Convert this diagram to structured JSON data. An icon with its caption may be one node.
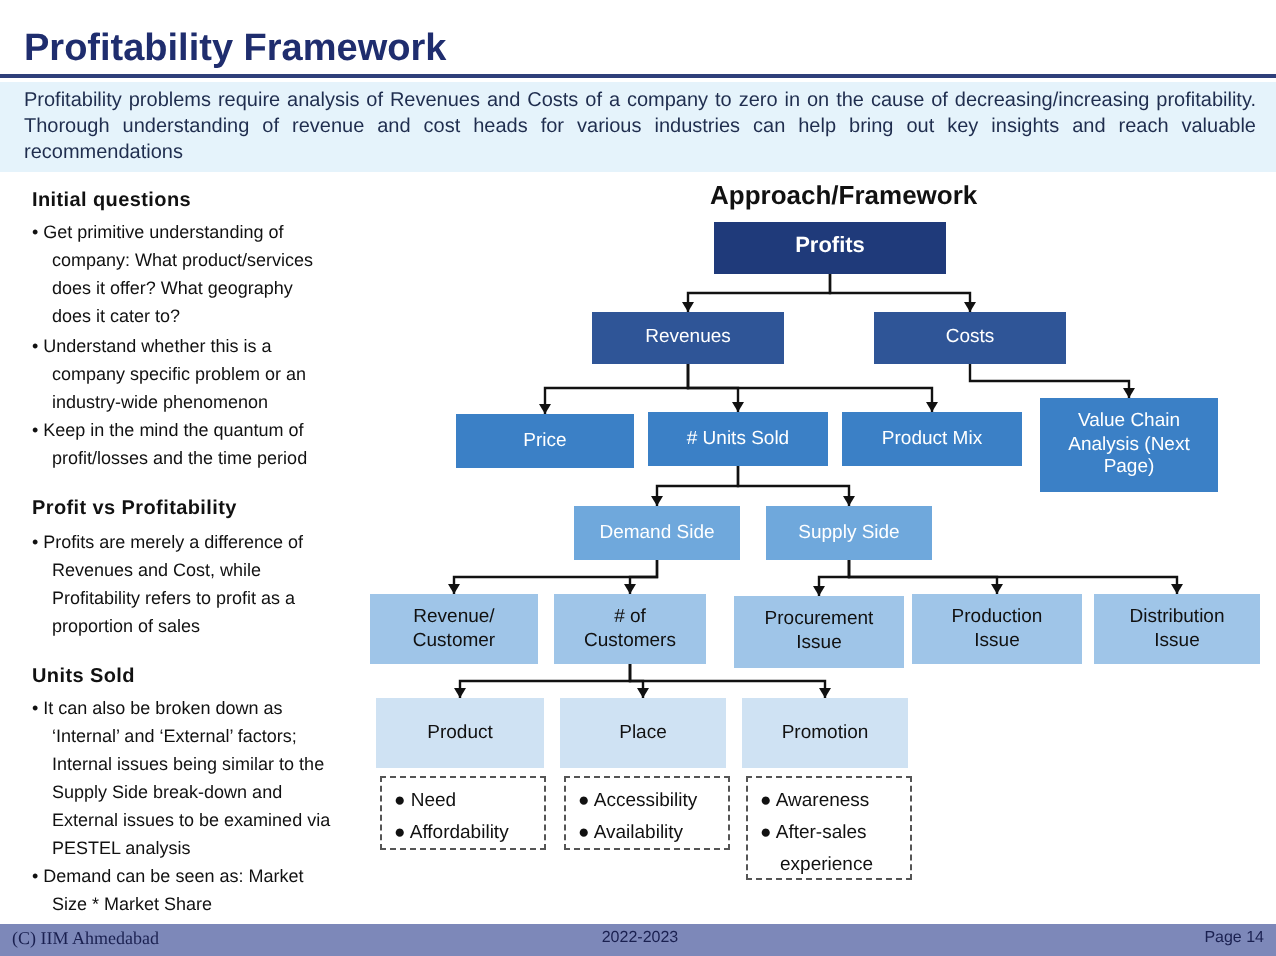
{
  "diagram": {
    "title": "Profitability Framework",
    "nodes": [
      {
        "text": [
          "Profits"
        ]
      },
      {
        "text": [
          "Revenues"
        ]
      },
      {
        "text": [
          "Costs"
        ]
      },
      {
        "text": [
          "Price"
        ]
      },
      {
        "text": [
          "# Units Sold"
        ]
      },
      {
        "text": [
          "Product Mix"
        ]
      },
      {
        "text": [
          "Value Chain Analysis (Next Page)"
        ]
      },
      {
        "text": [
          "Demand Side"
        ]
      },
      {
        "text": [
          "Supply Side"
        ]
      },
      {
        "text": [
          "Revenue/ Customer"
        ]
      },
      {
        "text": [
          "# of Customers"
        ]
      },
      {
        "text": [
          "Procurement Issue"
        ]
      },
      {
        "text": [
          "Production Issue"
        ]
      },
      {
        "text": [
          "Distribution Issue"
        ]
      },
      {
        "text": [
          "Product"
        ]
      },
      {
        "text": [
          "Place"
        ]
      },
      {
        "text": [
          "Promotion"
        ]
      },
      {
        "text": [
          "● Need",
          "● Affordability"
        ]
      },
      {
        "text": [
          "● Accessibility",
          "● Availability"
        ]
      },
      {
        "text": [
          "● Awareness",
          "● After-sales experience"
        ]
      }
    ],
    "edges": [
      {
        "from": 0,
        "to": 1,
        "arrow": "to"
      },
      {
        "from": 0,
        "to": 2,
        "arrow": "to"
      },
      {
        "from": 1,
        "to": 3,
        "arrow": "to"
      },
      {
        "from": 1,
        "to": 4,
        "arrow": "to"
      },
      {
        "from": 1,
        "to": 5,
        "arrow": "to"
      },
      {
        "from": 2,
        "to": 6,
        "arrow": "to"
      },
      {
        "from": 4,
        "to": 7,
        "arrow": "to"
      },
      {
        "from": 4,
        "to": 8,
        "arrow": "to"
      },
      {
        "from": 7,
        "to": 9,
        "arrow": "to"
      },
      {
        "from": 7,
        "to": 10,
        "arrow": "to"
      },
      {
        "from": 8,
        "to": 11,
        "arrow": "to"
      },
      {
        "from": 8,
        "to": 12,
        "arrow": "to"
      },
      {
        "from": 8,
        "to": 13,
        "arrow": "to"
      },
      {
        "from": 10,
        "to": 14,
        "arrow": "to"
      },
      {
        "from": 10,
        "to": 15,
        "arrow": "to"
      },
      {
        "from": 10,
        "to": 16,
        "arrow": "to"
      }
    ],
    "labels": [
      "Profitability problems require analysis of Revenues and Costs of a company to zero in on the cause of decreasing/increasing profitability. Thorough understanding of revenue and cost heads for various industries can help bring out key insights and reach valuable recommendations",
      "Initial questions",
      "• Get primitive understanding of company:  What product/services does it offer?  What geography does it cater to?",
      "• Understand whether this is a company specific problem or an industry-wide phenomenon",
      "• Keep in the mind the quantum of profit/losses and the time period",
      "Profit vs Profitability",
      "• Profits are merely a difference of Revenues and Cost, while Profitability refers to profit as a proportion of sales",
      "Units Sold",
      "• It can also be broken down as ‘Internal’ and ‘External’ factors; Internal issues being similar to the Supply Side break-down and External issues to be examined via PESTEL analysis",
      "• Demand can be seen as: Market Size * Market Share",
      "Approach/Framework",
      "(C) IIM Ahmedabad",
      "2022-2023",
      "Page 14"
    ]
  }
}
